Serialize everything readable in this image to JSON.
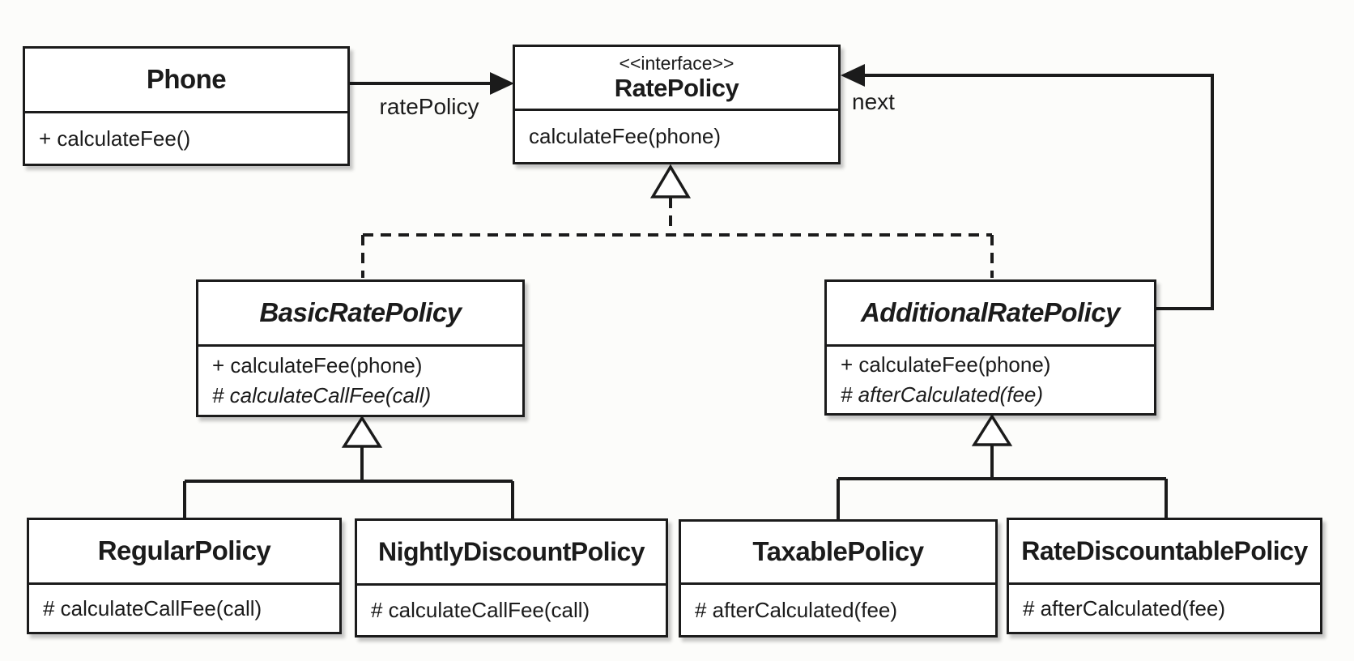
{
  "labels": {
    "rate_policy_assoc": "ratePolicy",
    "next_assoc": "next"
  },
  "classes": {
    "phone": {
      "name": "Phone",
      "methods": [
        {
          "text": "+ calculateFee()"
        }
      ]
    },
    "rate_policy": {
      "stereotype": "<<interface>>",
      "name": "RatePolicy",
      "methods": [
        {
          "text": "calculateFee(phone)"
        }
      ]
    },
    "basic_rate_policy": {
      "name": "BasicRatePolicy",
      "methods": [
        {
          "text": "+ calculateFee(phone)"
        },
        {
          "text": "# calculateCallFee(call)"
        }
      ]
    },
    "additional_rate_policy": {
      "name": "AdditionalRatePolicy",
      "methods": [
        {
          "text": "+ calculateFee(phone)"
        },
        {
          "text": "# afterCalculated(fee)"
        }
      ]
    },
    "regular_policy": {
      "name": "RegularPolicy",
      "methods": [
        {
          "text": "# calculateCallFee(call)"
        }
      ]
    },
    "nightly_discount_policy": {
      "name": "NightlyDiscountPolicy",
      "methods": [
        {
          "text": "# calculateCallFee(call)"
        }
      ]
    },
    "taxable_policy": {
      "name": "TaxablePolicy",
      "methods": [
        {
          "text": "# afterCalculated(fee)"
        }
      ]
    },
    "rate_discountable_policy": {
      "name": "RateDiscountablePolicy",
      "methods": [
        {
          "text": "# afterCalculated(fee)"
        }
      ]
    }
  },
  "colors": {
    "line": "#1b1b1b",
    "box_background": "#ffffff",
    "page_background": "#fcfcfa"
  }
}
